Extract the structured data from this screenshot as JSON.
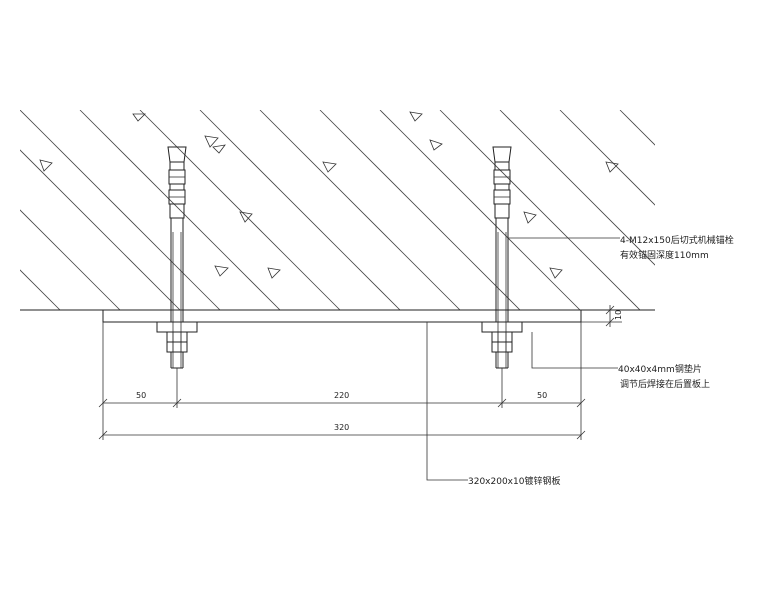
{
  "labels": {
    "anchor_line1": "4-M12x150后切式机械锚栓",
    "anchor_line2": "有效锚固深度110mm",
    "washer_line1": "40x40x4mm钢垫片",
    "washer_line2": "调节后焊接在后置板上",
    "plate": "320x200x10镀锌钢板"
  },
  "dimensions": {
    "left": "50",
    "middle": "220",
    "right": "50",
    "total": "320",
    "plate_thickness": "10"
  }
}
